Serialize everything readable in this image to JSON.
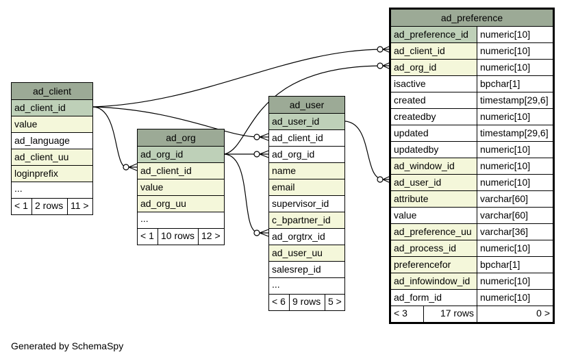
{
  "tables": {
    "ad_client": {
      "name": "ad_client",
      "columns": [
        "ad_client_id",
        "value",
        "ad_language",
        "ad_client_uu",
        "loginprefix"
      ],
      "ellipsis": "...",
      "footer": [
        "< 1",
        "2 rows",
        "11 >"
      ]
    },
    "ad_org": {
      "name": "ad_org",
      "columns": [
        "ad_org_id",
        "ad_client_id",
        "value",
        "ad_org_uu"
      ],
      "ellipsis": "...",
      "footer": [
        "< 1",
        "10 rows",
        "12 >"
      ]
    },
    "ad_user": {
      "name": "ad_user",
      "columns": [
        "ad_user_id",
        "ad_client_id",
        "ad_org_id",
        "name",
        "email",
        "supervisor_id",
        "c_bpartner_id",
        "ad_orgtrx_id",
        "ad_user_uu",
        "salesrep_id"
      ],
      "ellipsis": "...",
      "footer": [
        "< 6",
        "9 rows",
        "5 >"
      ]
    },
    "ad_preference": {
      "name": "ad_preference",
      "columns": [
        {
          "name": "ad_preference_id",
          "type": "numeric[10]"
        },
        {
          "name": "ad_client_id",
          "type": "numeric[10]"
        },
        {
          "name": "ad_org_id",
          "type": "numeric[10]"
        },
        {
          "name": "isactive",
          "type": "bpchar[1]"
        },
        {
          "name": "created",
          "type": "timestamp[29,6]"
        },
        {
          "name": "createdby",
          "type": "numeric[10]"
        },
        {
          "name": "updated",
          "type": "timestamp[29,6]"
        },
        {
          "name": "updatedby",
          "type": "numeric[10]"
        },
        {
          "name": "ad_window_id",
          "type": "numeric[10]"
        },
        {
          "name": "ad_user_id",
          "type": "numeric[10]"
        },
        {
          "name": "attribute",
          "type": "varchar[60]"
        },
        {
          "name": "value",
          "type": "varchar[60]"
        },
        {
          "name": "ad_preference_uu",
          "type": "varchar[36]"
        },
        {
          "name": "ad_process_id",
          "type": "numeric[10]"
        },
        {
          "name": "preferencefor",
          "type": "bpchar[1]"
        },
        {
          "name": "ad_infowindow_id",
          "type": "numeric[10]"
        },
        {
          "name": "ad_form_id",
          "type": "numeric[10]"
        }
      ],
      "footer": [
        "< 3",
        "17 rows",
        "0 >"
      ]
    }
  },
  "colors": {
    "header": "#9caa96",
    "primary_key": "#bed0b8",
    "indexed": "#f4f7da",
    "plain": "#ffffff"
  },
  "generated_by": "Generated by SchemaSpy"
}
